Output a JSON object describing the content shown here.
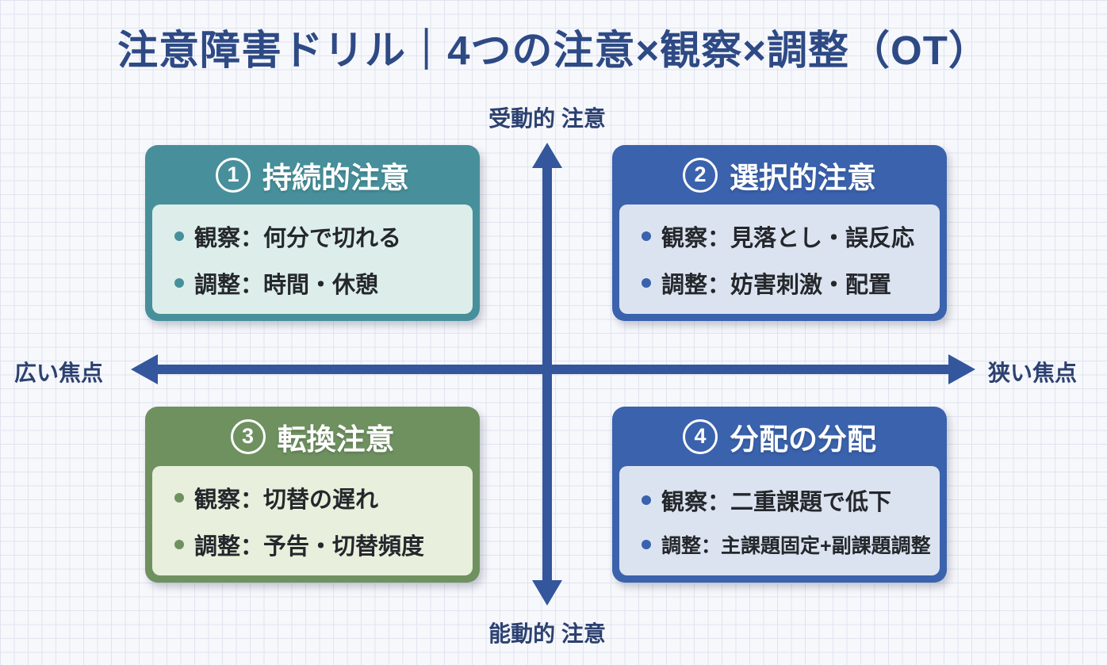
{
  "title": "注意障害ドリル｜4つの注意×観察×調整（OT）",
  "colors": {
    "title_text": "#2e4a85",
    "axis": "#33569d",
    "axis_label_text": "#2c4170",
    "bullet_text": "#24272b",
    "card_header_text": "#ffffff",
    "background": "#f7f8fc",
    "grid_line": "#e1e4ef"
  },
  "axes": {
    "top_label": "受動的 注意",
    "bottom_label": "能動的 注意",
    "left_label": "広い焦点",
    "right_label": "狭い焦点"
  },
  "cards": [
    {
      "number": "1",
      "title": "持続的注意",
      "header_color": "#47909b",
      "body_color": "#ddeeea",
      "bullet_color": "#47909b",
      "bullets": [
        "観察：何分で切れる",
        "調整：時間・休憩"
      ]
    },
    {
      "number": "2",
      "title": "選択的注意",
      "header_color": "#3a62ad",
      "body_color": "#dce3f0",
      "bullet_color": "#3a62ad",
      "bullets": [
        "観察：見落とし・誤反応",
        "調整：妨害刺激・配置"
      ]
    },
    {
      "number": "3",
      "title": "転換注意",
      "header_color": "#6f9160",
      "body_color": "#e8efdc",
      "bullet_color": "#6f9160",
      "bullets": [
        "観察：切替の遅れ",
        "調整：予告・切替頻度"
      ]
    },
    {
      "number": "4",
      "title": "分配の分配",
      "header_color": "#3a62ad",
      "body_color": "#dce3f0",
      "bullet_color": "#3a62ad",
      "bullets": [
        "観察：二重課題で低下",
        "調整：主課題固定+副課題調整"
      ]
    }
  ]
}
